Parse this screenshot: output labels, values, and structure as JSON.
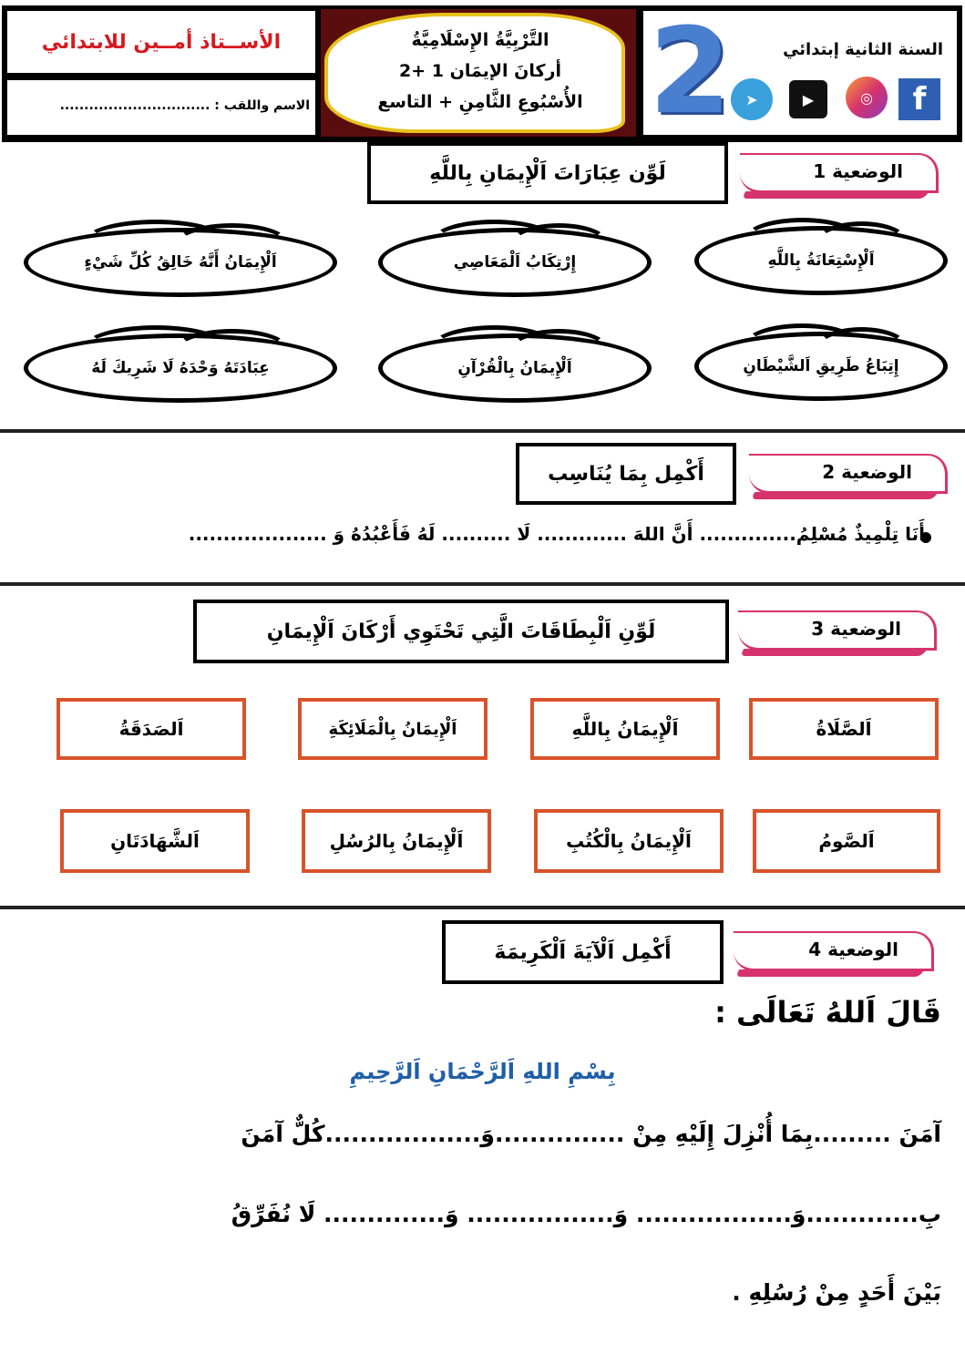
{
  "header": {
    "teacher": "الأســتاذ أمــين للابتدائي",
    "name_field": "الاسم واللقب : ...............................",
    "subject": "التَّرْبِيَّةُ الإِسْلَامِيَّةُ",
    "lesson": "أركانَ الإيمَان 1 +2",
    "week": "الأُسْبُوعِ الثَّامِنِ + التاسع",
    "grade": "السنة الثانية إبتدائي",
    "big_number": "2",
    "social_icons": [
      "telegram-icon",
      "youtube-icon",
      "instagram-icon",
      "facebook-icon"
    ]
  },
  "s1": {
    "tab": "الوضعية 1",
    "title": "لَوِّن عِبَارَاتَ اَلْإِيمَانِ بِاللَّهِ",
    "clouds": [
      "اَلْإِسْتِعَانَةُ بِاللَّهِ",
      "إِرْتِكَابُ اَلْمَعَاصِي",
      "اَلْإِيمَانُ أَنَّهُ خَالِقُ كُلِّ شَيْءٍ",
      "إِتِبَاعُ طَرِيقِ اَلشَّيْطَانِ",
      "اَلْإِيمَانُ بِالْقُرْآنِ",
      "عِبَادَتَهُ وَحْدَهُ لَا شَرِيكَ لَهُ"
    ]
  },
  "s2": {
    "tab": "الوضعية 2",
    "title": "أَكْمِل بِمَا يُنَاسِب",
    "sentence": "أَنَا تِلْمِيذٌ مُسْلِمُ.............. أَنَّ اللهَ ............. لَا .......... لَهُ  فَأَعْبُدُهُ وَ ...................."
  },
  "s3": {
    "tab": "الوضعية 3",
    "title": "لَوِّنِ اَلْبِطَاقَاتَ الَّتِي تَحْتَوِي أَرْكَانَ اَلْإِيمَانِ",
    "cards": [
      "اَلصَّلَاةُ",
      "اَلْإِيمَانُ بِاللَّهِ",
      "اَلْإِيمَانُ بِالْمَلَائِكَةِ",
      "اَلصَدَقَةُ",
      "اَلصَّومُ",
      "اَلْإِيمَانُ بِالْكُتُبِ",
      "اَلْإِيمَانُ بِالرُسُلِ",
      "اَلشَّهَادَتَانِ"
    ]
  },
  "s4": {
    "tab": "الوضعية 4",
    "title": "أَكْمِل اَلْآيَةَ اَلْكَرِيمَةَ",
    "intro": "قَالَ اَللهُ تَعَالَى :",
    "basmala": "بِسْمِ اللهِ اَلرَّحْمَانِ اَلرَّحِيمِ",
    "lines": [
      "آمَنَ .........بِمَا أُنْزِلَ إِلَيْهِ مِنْ ...............وَ..................كُلٌّ آمَنَ",
      "بِ.............وَ.................. وَ................. وَ.............. لَا نُفَرِّقُ",
      "بَيْنَ أَحَدٍ مِنْ رُسُلِهِ ."
    ]
  },
  "colors": {
    "accent": "#d6336c",
    "card_border": "#d9532a",
    "teacher": "#d7191f",
    "basmala": "#1f5fa8"
  }
}
